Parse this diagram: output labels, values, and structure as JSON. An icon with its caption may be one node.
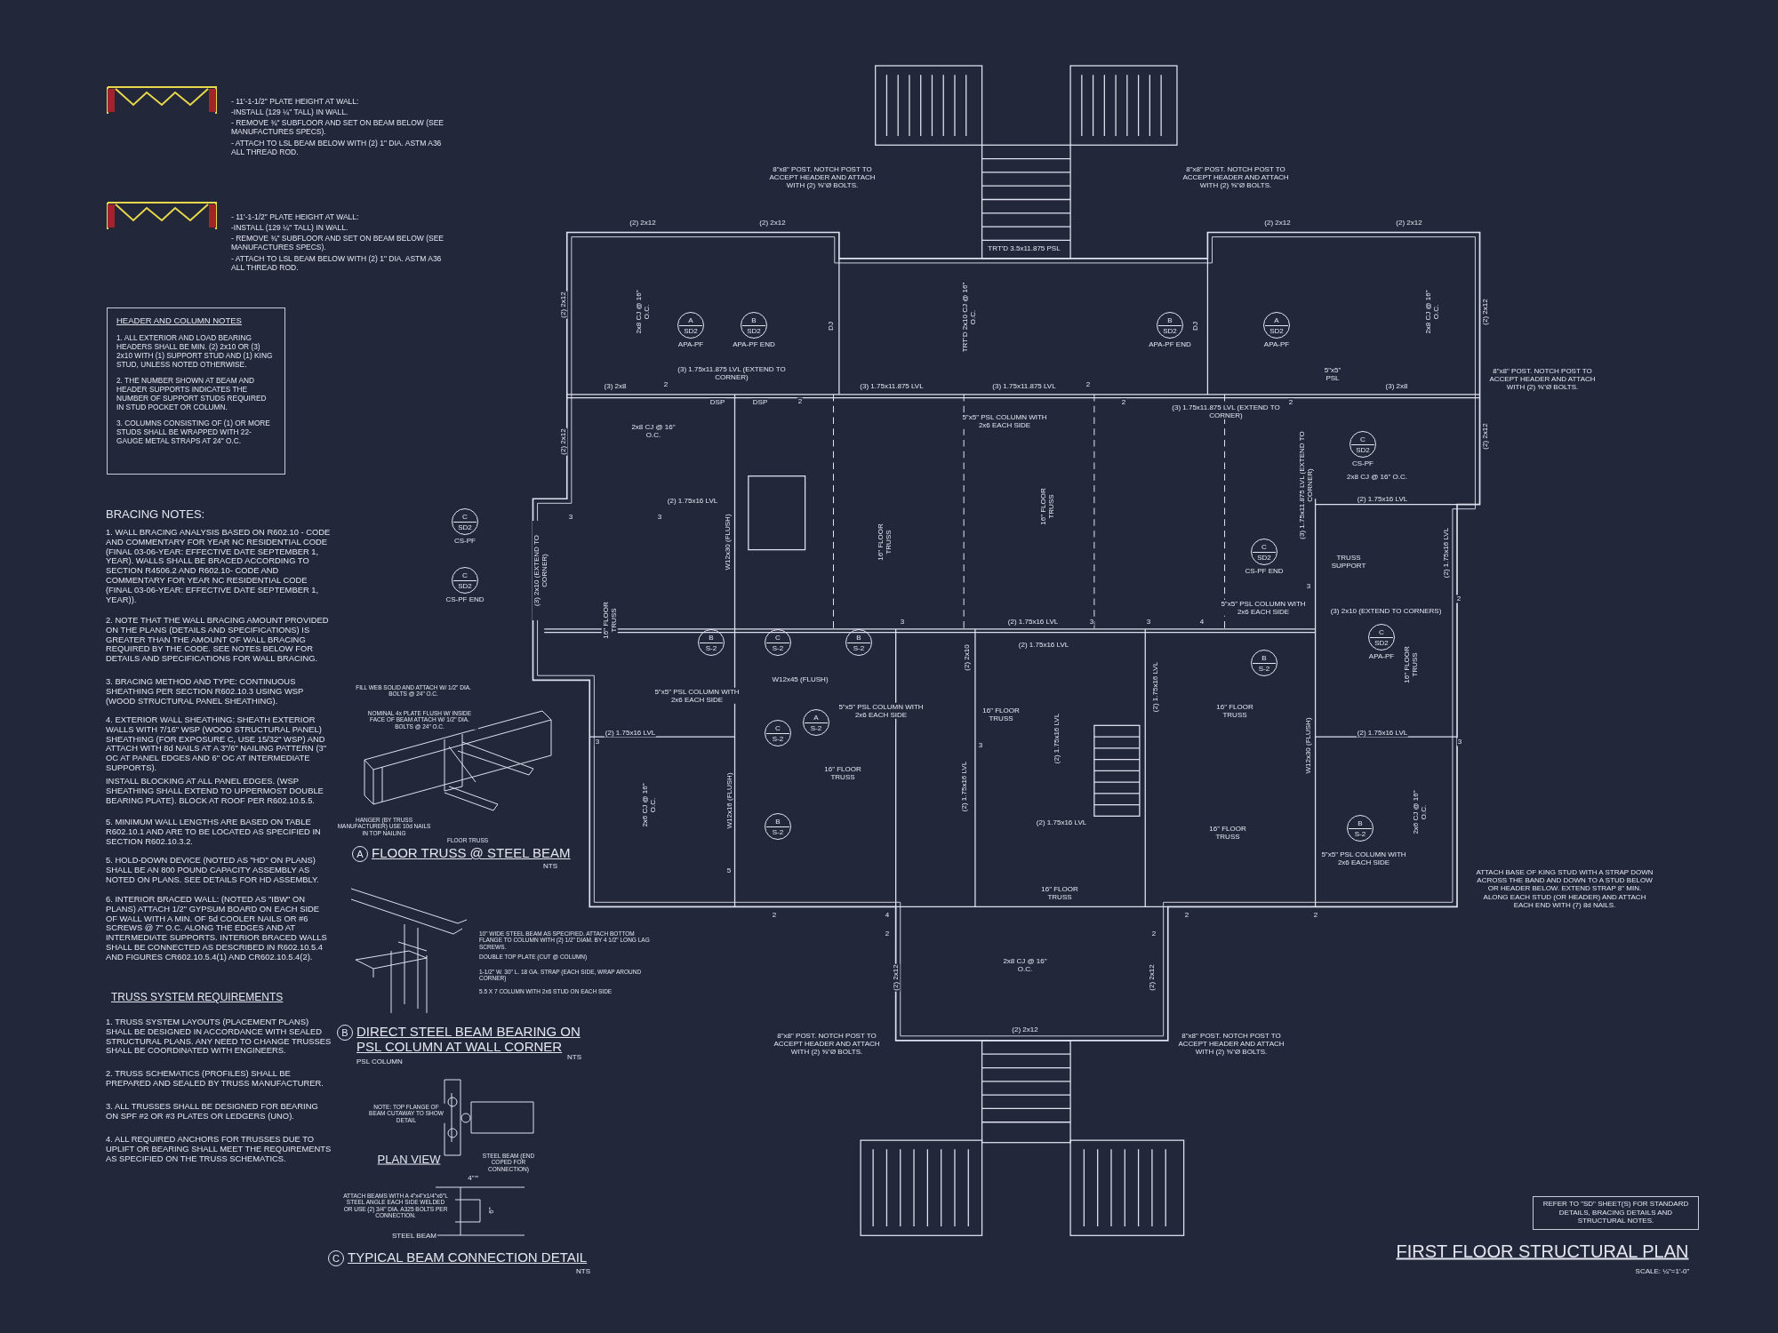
{
  "diagram": {
    "title": "FIRST FLOOR STRUCTURAL PLAN",
    "nodes": [
      {
        "text": [
          "HEADER AND COLUMN NOTES",
          "1. ALL EXTERIOR AND LOAD BEARING HEADERS SHALL BE MIN. (2) 2x10 OR (3) 2x10 WITH (1) SUPPORT STUD AND (1) KING STUD, UNLESS NOTED OTHERWISE.",
          "2. THE NUMBER SHOWN AT BEAM AND HEADER SUPPORTS INDICATES THE NUMBER OF SUPPORT STUDS REQUIRED IN STUD POCKET OR COLUMN.",
          "3. COLUMNS CONSISTING OF (1) OR MORE STUDS SHALL BE WRAPPED WITH 22-GAUGE METAL STRAPS AT 24\" O.C."
        ]
      },
      {
        "text": [
          "A",
          "SD2"
        ],
        "beside": [
          "APA-PF"
        ]
      },
      {
        "text": [
          "B",
          "SD2"
        ],
        "beside": [
          "APA-PF END"
        ]
      },
      {
        "text": [
          "B",
          "SD2"
        ],
        "beside": [
          "APA-PF END"
        ]
      },
      {
        "text": [
          "A",
          "SD2"
        ],
        "beside": [
          "APA-PF"
        ]
      },
      {
        "text": [
          "C",
          "SD2"
        ],
        "beside": [
          "CS-PF"
        ]
      },
      {
        "text": [
          "C",
          "SD2"
        ],
        "beside": [
          "CS-PF"
        ]
      },
      {
        "text": [
          "C",
          "SD2"
        ],
        "beside": [
          "CS-PF END"
        ]
      },
      {
        "text": [
          "C",
          "SD2"
        ],
        "beside": [
          "CS-PF END"
        ]
      },
      {
        "text": [
          "C",
          "SD2"
        ],
        "beside": [
          "APA-PF"
        ]
      },
      {
        "text": [
          "B",
          "S-2"
        ]
      },
      {
        "text": [
          "C",
          "S-2"
        ]
      },
      {
        "text": [
          "B",
          "S-2"
        ]
      },
      {
        "text": [
          "B",
          "S-2"
        ]
      },
      {
        "text": [
          "A",
          "S-2"
        ]
      },
      {
        "text": [
          "C",
          "S-2"
        ]
      },
      {
        "text": [
          "B",
          "S-2"
        ]
      },
      {
        "text": [
          "B",
          "S-2"
        ]
      },
      {
        "text": [
          "A"
        ],
        "beside": [
          "FLOOR TRUSS @ STEEL BEAM"
        ]
      },
      {
        "text": [
          "B"
        ],
        "beside": [
          "DIRECT STEEL BEAM BEARING ON PSL COLUMN AT WALL CORNER"
        ]
      },
      {
        "text": [
          "C"
        ],
        "beside": [
          "TYPICAL BEAM CONNECTION DETAIL"
        ]
      },
      {
        "text": [
          "REFER TO \"SD\" SHEET(S) FOR STANDARD DETAILS, BRACING DETAILS AND STRUCTURAL NOTES."
        ]
      }
    ],
    "labels": [
      "- 11'-1-1/2\" PLATE HEIGHT AT WALL:",
      "-INSTALL (129 ¼\" TALL) IN WALL.",
      "- REMOVE ¾\" SUBFLOOR AND SET ON BEAM BELOW (SEE MANUFACTURES SPECS).",
      "- ATTACH TO LSL BEAM BELOW WITH (2) 1\" DIA. ASTM A36 ALL THREAD ROD.",
      "- 11'-1-1/2\" PLATE HEIGHT AT WALL:",
      "-INSTALL (129 ¼\" TALL) IN WALL.",
      "- REMOVE ¾\" SUBFLOOR AND SET ON BEAM BELOW (SEE MANUFACTURES SPECS).",
      "- ATTACH TO LSL BEAM BELOW WITH (2) 1\" DIA. ASTM A36 ALL THREAD ROD.",
      "BRACING NOTES:",
      "1. WALL BRACING ANALYSIS BASED ON R602.10 - CODE AND COMMENTARY FOR YEAR NC RESIDENTIAL CODE (FINAL 03-06-YEAR: EFFECTIVE DATE SEPTEMBER 1, YEAR). WALLS SHALL BE BRACED ACCORDING TO SECTION R4506.2 AND R602.10- CODE AND COMMENTARY FOR YEAR NC RESIDENTIAL CODE (FINAL 03-06-YEAR: EFFECTIVE DATE SEPTEMBER 1, YEAR)).",
      "2. NOTE THAT THE WALL BRACING AMOUNT PROVIDED ON THE PLANS (DETAILS AND SPECIFICATIONS) IS GREATER THAN THE AMOUNT OF WALL BRACING REQUIRED BY THE CODE. SEE NOTES BELOW FOR DETAILS AND SPECIFICATIONS FOR WALL BRACING.",
      "3. BRACING METHOD AND TYPE: CONTINUOUS SHEATHING PER SECTION R602.10.3 USING WSP (WOOD STRUCTURAL PANEL SHEATHING).",
      "4. EXTERIOR WALL SHEATHING: SHEATH EXTERIOR WALLS WITH 7/16\" WSP (WOOD STRUCTURAL PANEL) SHEATHING (FOR EXPOSURE C, USE 15/32\" WSP) AND ATTACH WITH 8d NAILS AT A 3\"/6\" NAILING PATTERN (3\" OC AT PANEL EDGES AND 6\" OC AT INTERMEDIATE SUPPORTS).",
      "INSTALL BLOCKING AT ALL PANEL EDGES. (WSP SHEATHING SHALL EXTEND TO UPPERMOST DOUBLE BEARING PLATE). BLOCK AT ROOF PER R602.10.5.5.",
      "5. MINIMUM WALL LENGTHS ARE BASED ON TABLE R602.10.1 AND ARE TO BE LOCATED AS SPECIFIED IN SECTION R602.10.3.2.",
      "5. HOLD-DOWN DEVICE (NOTED AS \"HD\" ON PLANS) SHALL BE AN 800 POUND CAPACITY ASSEMBLY AS NOTED ON PLANS. SEE DETAILS FOR HD ASSEMBLY.",
      "6. INTERIOR BRACED WALL: (NOTED AS \"IBW\" ON PLANS) ATTACH 1/2\" GYPSUM BOARD ON EACH SIDE OF WALL WITH A MIN. OF 5d COOLER NAILS OR #6 SCREWS @ 7\" O.C. ALONG THE EDGES AND AT INTERMEDIATE SUPPORTS. INTERIOR BRACED WALLS SHALL BE CONNECTED AS DESCRIBED IN R602.10.5.4 AND FIGURES CR602.10.5.4(1) AND CR602.10.5.4(2).",
      "TRUSS SYSTEM REQUIREMENTS",
      "1. TRUSS SYSTEM LAYOUTS (PLACEMENT PLANS) SHALL BE DESIGNED IN ACCORDANCE WITH SEALED STRUCTURAL PLANS. ANY NEED TO CHANGE TRUSSES SHALL BE COORDINATED WITH ENGINEERS.",
      "2. TRUSS SCHEMATICS (PROFILES) SHALL BE PREPARED AND SEALED BY TRUSS MANUFACTURER.",
      "3. ALL TRUSSES SHALL BE DESIGNED FOR BEARING ON SPF #2 OR #3 PLATES OR LEDGERS (UNO).",
      "4. ALL REQUIRED ANCHORS FOR TRUSSES DUE TO UPLIFT OR BEARING SHALL MEET THE REQUIREMENTS AS SPECIFIED ON THE TRUSS SCHEMATICS.",
      "FILL WEB SOLID AND ATTACH W/ 1/2\" DIA. BOLTS @ 24\" O.C.",
      "NOMINAL 4x PLATE FLUSH W/ INSIDE FACE OF BEAM ATTACH W/ 1/2\" DIA. BOLTS @ 24\" O.C.",
      "HANGER (BY TRUSS MANUFACTURER) USE 10d NAILS IN TOP NAILING",
      "FLOOR TRUSS",
      "NTS",
      "10\" WIDE STEEL BEAM AS SPECIFIED. ATTACH BOTTOM FLANGE TO COLUMN WITH (2) 1/2\" DIAM. BY 4 1/2\" LONG LAG SCREWS.",
      "DOUBLE TOP PLATE (CUT @ COLUMN)",
      "1-1/2\" W. 30\" L. 18 GA. STRAP (EACH SIDE, WRAP AROUND CORNER)",
      "5.5 X 7 COLUMN WITH 2x6 STUD ON EACH SIDE",
      "PSL COLUMN",
      "NTS",
      "NOTE: TOP FLANGE OF BEAM CUTAWAY TO SHOW DETAIL",
      "PLAN VIEW",
      "STEEL BEAM (END COPED FOR CONNECTION)",
      "4\"",
      "ATTACH BEAMS WITH A 4\"x4\"x1/4\"x6\"L STEEL ANGLE EACH SIDE WELDED OR USE (2) 3/4\" DIA. A325 BOLTS PER CONNECTION.",
      "6\"",
      "STEEL BEAM",
      "NTS",
      "8\"x8\" POST. NOTCH POST TO ACCEPT HEADER AND ATTACH WITH (2) ⅝\"Ø BOLTS.",
      "8\"x8\" POST. NOTCH POST TO ACCEPT HEADER AND ATTACH WITH (2) ⅝\"Ø BOLTS.",
      "(2) 2x12",
      "(2) 2x12",
      "(2) 2x12",
      "(2) 2x12",
      "TRT'D 3.5x11.875 PSL",
      "(2) 2x12",
      "2x8 CJ @ 16\" O.C.",
      "DJ",
      "TRT'D 2x10 CJ @ 16\" O.C.",
      "DJ",
      "2x8 CJ @ 16\" O.C.",
      "(2) 2x12",
      "(3) 1.75x11.875 LVL (EXTEND TO CORNER)",
      "(3) 2x8",
      "DSP",
      "DSP",
      "(3) 1.75x11.875 LVL",
      "(3) 1.75x11.875 LVL",
      "5\"x5\" PSL COLUMN WITH 2x6 EACH SIDE",
      "5\"x5\" PSL",
      "(3) 2x8",
      "(3) 1.75x11.875 LVL (EXTEND TO CORNER)",
      "2x8 CJ @ 16\" O.C.",
      "(2) 2x12",
      "2x8 CJ @ 16\" O.C.",
      "(2) 2x12",
      "(3) 1.75x11.875 LVL (EXTEND TO CORNER)",
      "(2) 1.75x16 LVL",
      "(2) 1.75x16 LVL",
      "W12x30 (FLUSH)",
      "16\" FLOOR TRUSS",
      "16\" FLOOR TRUSS",
      "(2) 1.75x16 LVL",
      "TRUSS SUPPORT",
      "(3) 2x10 (EXTEND TO CORNER)",
      "16\" FLOOR TRUSS",
      "5\"x5\" PSL COLUMN WITH 2x6 EACH SIDE",
      "(3) 2x10 (EXTEND TO CORNERS)",
      "(2) 1.75x16 LVL",
      "(2) 1.75x16 LVL",
      "(2) 2x10",
      "(2) 1.75x16 LVL",
      "16\" FLOOR TRUSS",
      "W12x45 (FLUSH)",
      "5\"x5\" PSL COLUMN WITH 2x6 EACH SIDE",
      "5\"x5\" PSL COLUMN WITH 2x6 EACH SIDE",
      "16\" FLOOR TRUSS",
      "16\" FLOOR TRUSS",
      "(2) 1.75x16 LVL",
      "(2) 1.75x16 LVL",
      "(2) 1.75x16 LVL",
      "W12x30 (FLUSH)",
      "W12x16 (FLUSH)",
      "16\" FLOOR TRUSS",
      "2x6 CJ @ 16\" O.C.",
      "2x6 CJ @ 16\" O.C.",
      "(2) 1.75x16 LVL",
      "(2) 1.75x16 LVL",
      "16\" FLOOR TRUSS",
      "5\"x5\" PSL COLUMN WITH 2x6 EACH SIDE",
      "16\" FLOOR TRUSS",
      "2x8 CJ @ 16\" O.C.",
      "(2) 2x12",
      "(2) 2x12",
      "(2) 2x12",
      "8\"x8\" POST. NOTCH POST TO ACCEPT HEADER AND ATTACH WITH (2) ⅝\"Ø BOLTS.",
      "8\"x8\" POST. NOTCH POST TO ACCEPT HEADER AND ATTACH WITH (2) ⅝\"Ø BOLTS.",
      "8\"x8\" POST. NOTCH POST TO ACCEPT HEADER AND ATTACH WITH (2) ⅝\"Ø BOLTS.",
      "ATTACH BASE OF KING STUD WITH A STRAP DOWN ACROSS THE BAND AND DOWN TO A STUD BELOW OR HEADER BELOW. EXTEND STRAP 8\" MIN. ALONG EACH STUD (OR HEADER) AND ATTACH EACH END WITH (7) 8d NAILS.",
      "SCALE: ¼\"=1'-0\"",
      "2",
      "2",
      "2",
      "2",
      "2",
      "3",
      "3",
      "3",
      "2",
      "3",
      "3",
      "3",
      "4",
      "3",
      "3",
      "3",
      "5",
      "2",
      "4",
      "2",
      "2",
      "2",
      "2"
    ]
  }
}
